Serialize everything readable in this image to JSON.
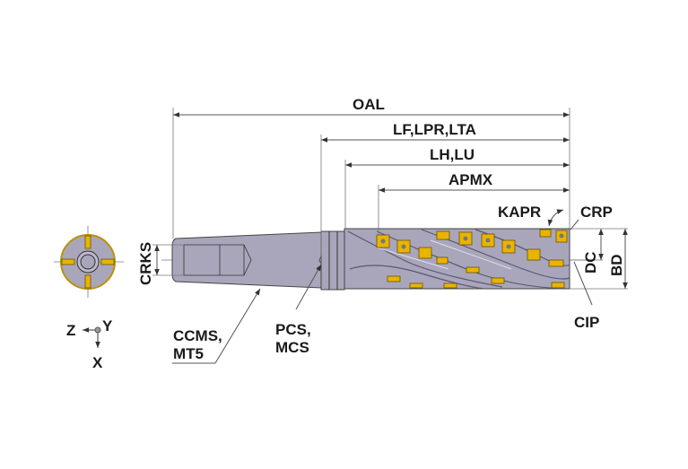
{
  "labels": {
    "oal": "OAL",
    "lf": "LF,LPR,LTA",
    "lh": "LH,LU",
    "apmx": "APMX",
    "kapr": "KAPR",
    "crp": "CRP",
    "dc": "DC",
    "bd": "BD",
    "cip": "CIP",
    "crks": "CRKS",
    "ccms_1": "CCMS,",
    "ccms_2": "MT5",
    "pcs_1": "PCS,",
    "pcs_2": "MCS",
    "axis_z": "Z",
    "axis_y": "Y",
    "axis_x": "X"
  },
  "colors": {
    "body": "#a9a6bb",
    "insert": "#e8b400",
    "outline": "#444444"
  }
}
